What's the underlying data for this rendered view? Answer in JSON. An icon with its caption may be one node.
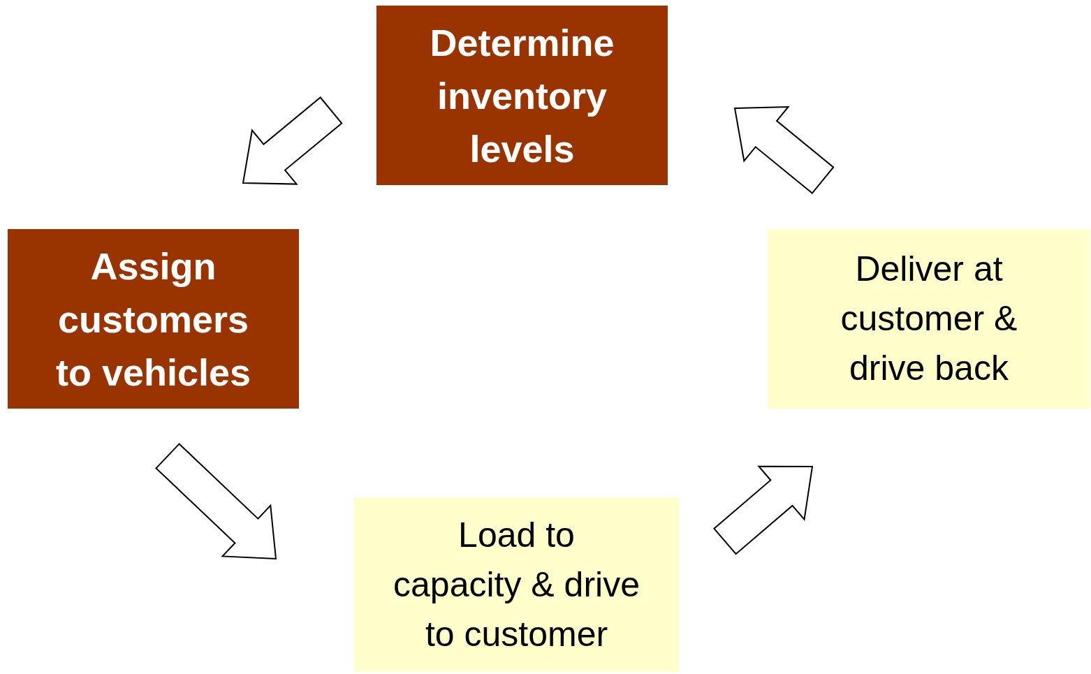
{
  "diagram": {
    "nodes": [
      {
        "text": [
          "Determine inventory levels"
        ]
      },
      {
        "text": [
          "Assign customers to vehicles"
        ]
      },
      {
        "text": [
          "Load to capacity & drive to customer"
        ]
      },
      {
        "text": [
          "Deliver at customer & drive back"
        ]
      }
    ],
    "edges": [
      {
        "from": 0,
        "to": 1,
        "arrow": "to"
      },
      {
        "from": 1,
        "to": 2,
        "arrow": "to"
      },
      {
        "from": 2,
        "to": 3,
        "arrow": "to"
      },
      {
        "from": 3,
        "to": 0,
        "arrow": "to"
      }
    ]
  }
}
